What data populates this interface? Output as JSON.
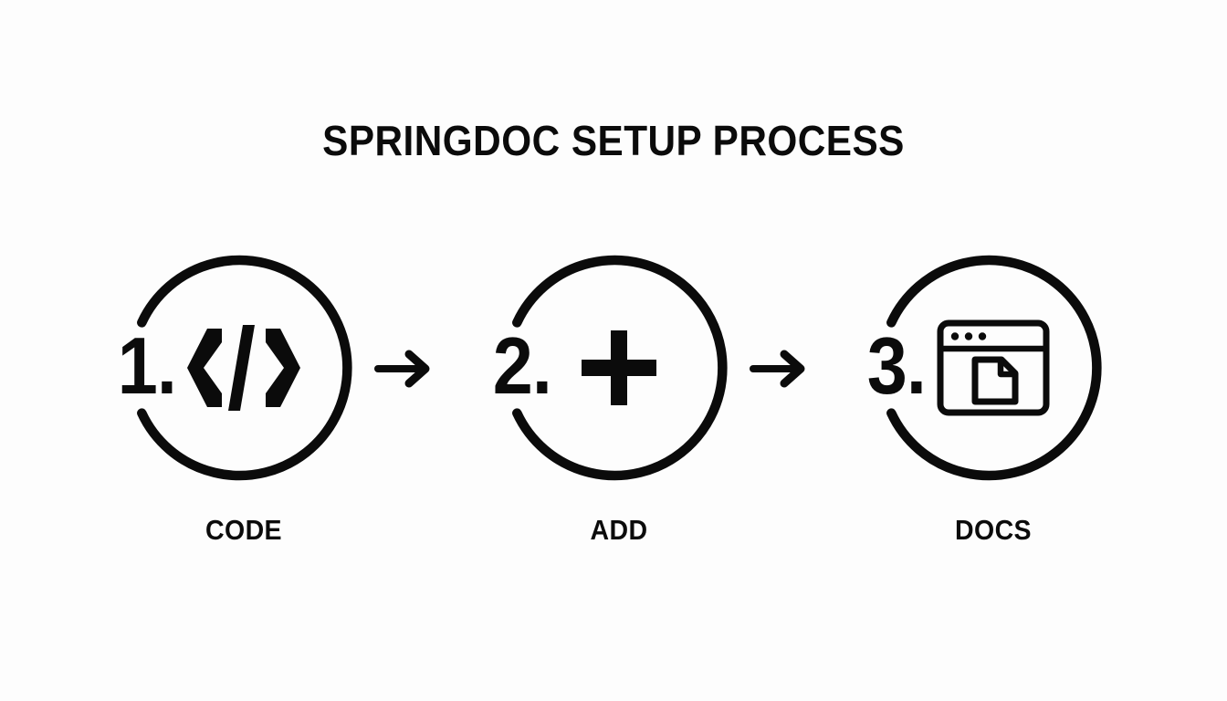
{
  "page": {
    "title": "SPRINGDOC SETUP PROCESS",
    "background_color": "#fdfdfd",
    "ink_color": "#0b0b0b"
  },
  "steps": [
    {
      "number": "1.",
      "label": "CODE",
      "icon": "code-brackets-icon"
    },
    {
      "number": "2.",
      "label": "ADD",
      "icon": "plus-icon"
    },
    {
      "number": "3.",
      "label": "DOCS",
      "icon": "browser-document-icon"
    }
  ],
  "connectors": [
    {
      "icon": "arrow-right-icon"
    },
    {
      "icon": "arrow-right-icon"
    }
  ]
}
